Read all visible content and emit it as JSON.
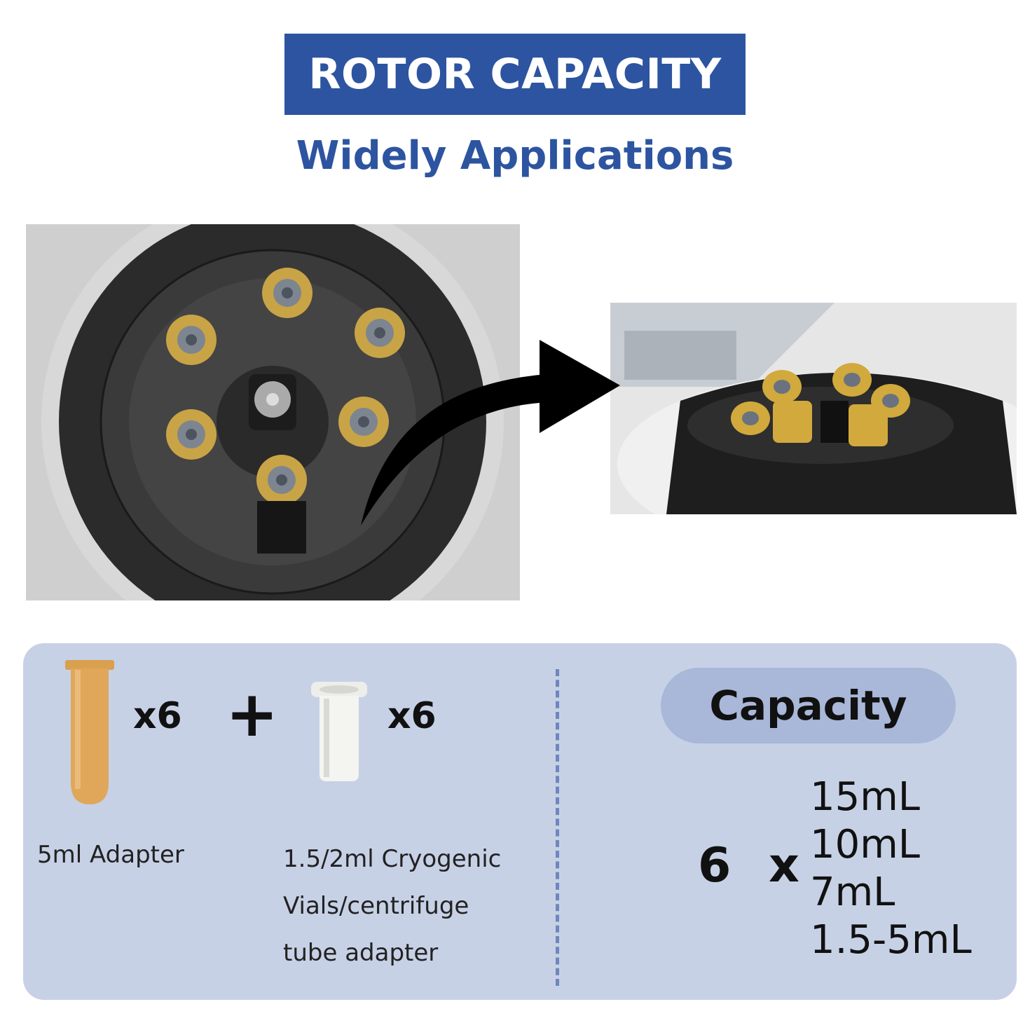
{
  "header": {
    "title": "ROTOR CAPACITY",
    "subtitle": "Widely Applications",
    "banner_color": "#2d54a0"
  },
  "photos": {
    "left": "rotor-top-view-photo",
    "right": "rotor-side-view-photo",
    "arrow": "curved-arrow-icon"
  },
  "accessories": [
    {
      "icon": "tube-adapter-icon",
      "quantity": "x6",
      "label": "5ml Adapter",
      "color": "#d9a04e"
    },
    {
      "icon": "cryo-adapter-icon",
      "quantity": "x6",
      "label_lines": [
        "1.5/2ml Cryogenic",
        "Vials/centrifuge",
        "tube adapter"
      ],
      "color": "#e8e8e4"
    }
  ],
  "plus": "+",
  "capacity": {
    "title": "Capacity",
    "count": "6 x",
    "values": [
      "15mL",
      "10mL",
      "7mL",
      "1.5-5mL"
    ],
    "panel_color": "#c7d1e6",
    "pill_color": "#a9b7d8"
  }
}
